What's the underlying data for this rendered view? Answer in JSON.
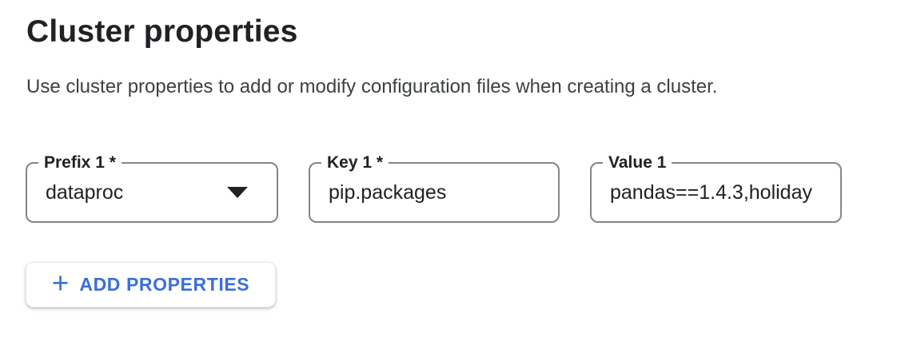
{
  "page": {
    "title": "Cluster properties",
    "description": "Use cluster properties to add or modify configuration files when creating a cluster."
  },
  "fields": {
    "prefix": {
      "label": "Prefix 1 *",
      "value": "dataproc",
      "required": true,
      "type": "dropdown"
    },
    "key": {
      "label": "Key 1 *",
      "value": "pip.packages",
      "required": true,
      "type": "text"
    },
    "value": {
      "label": "Value 1",
      "value": "pandas==1.4.3,holiday",
      "required": false,
      "type": "text"
    }
  },
  "buttons": {
    "add_properties": {
      "icon": "plus-icon",
      "icon_glyph": "+",
      "label": "ADD PROPERTIES"
    }
  },
  "icons": {
    "dropdown_arrow": "chevron-down-filled"
  },
  "colors": {
    "accent_blue": "#3b6fd6",
    "text_primary": "#202124",
    "text_secondary": "#3c4043",
    "field_border_gray": "#80868b",
    "background": "#ffffff"
  }
}
